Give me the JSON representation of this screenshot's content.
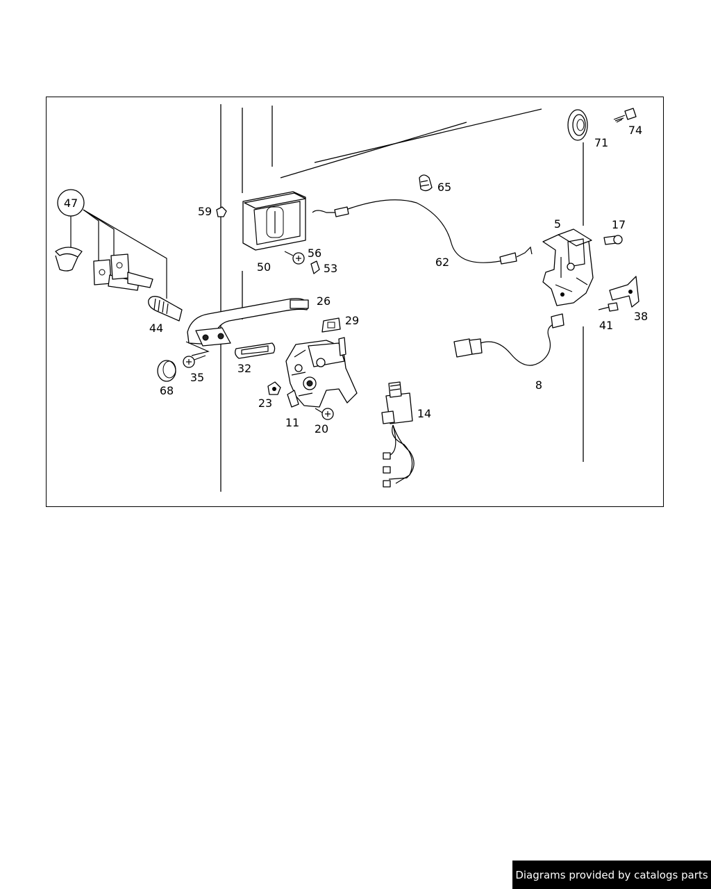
{
  "callouts": {
    "c47": "47",
    "c44": "44",
    "c68": "68",
    "c35": "35",
    "c59": "59",
    "c50": "50",
    "c56": "56",
    "c53": "53",
    "c26": "26",
    "c29": "29",
    "c32": "32",
    "c23": "23",
    "c11": "11",
    "c20": "20",
    "c14": "14",
    "c65": "65",
    "c62": "62",
    "c5": "5",
    "c17": "17",
    "c71": "71",
    "c74": "74",
    "c38": "38",
    "c41": "41",
    "c8": "8"
  },
  "footer": {
    "credit": "Diagrams provided by catalogs parts"
  }
}
